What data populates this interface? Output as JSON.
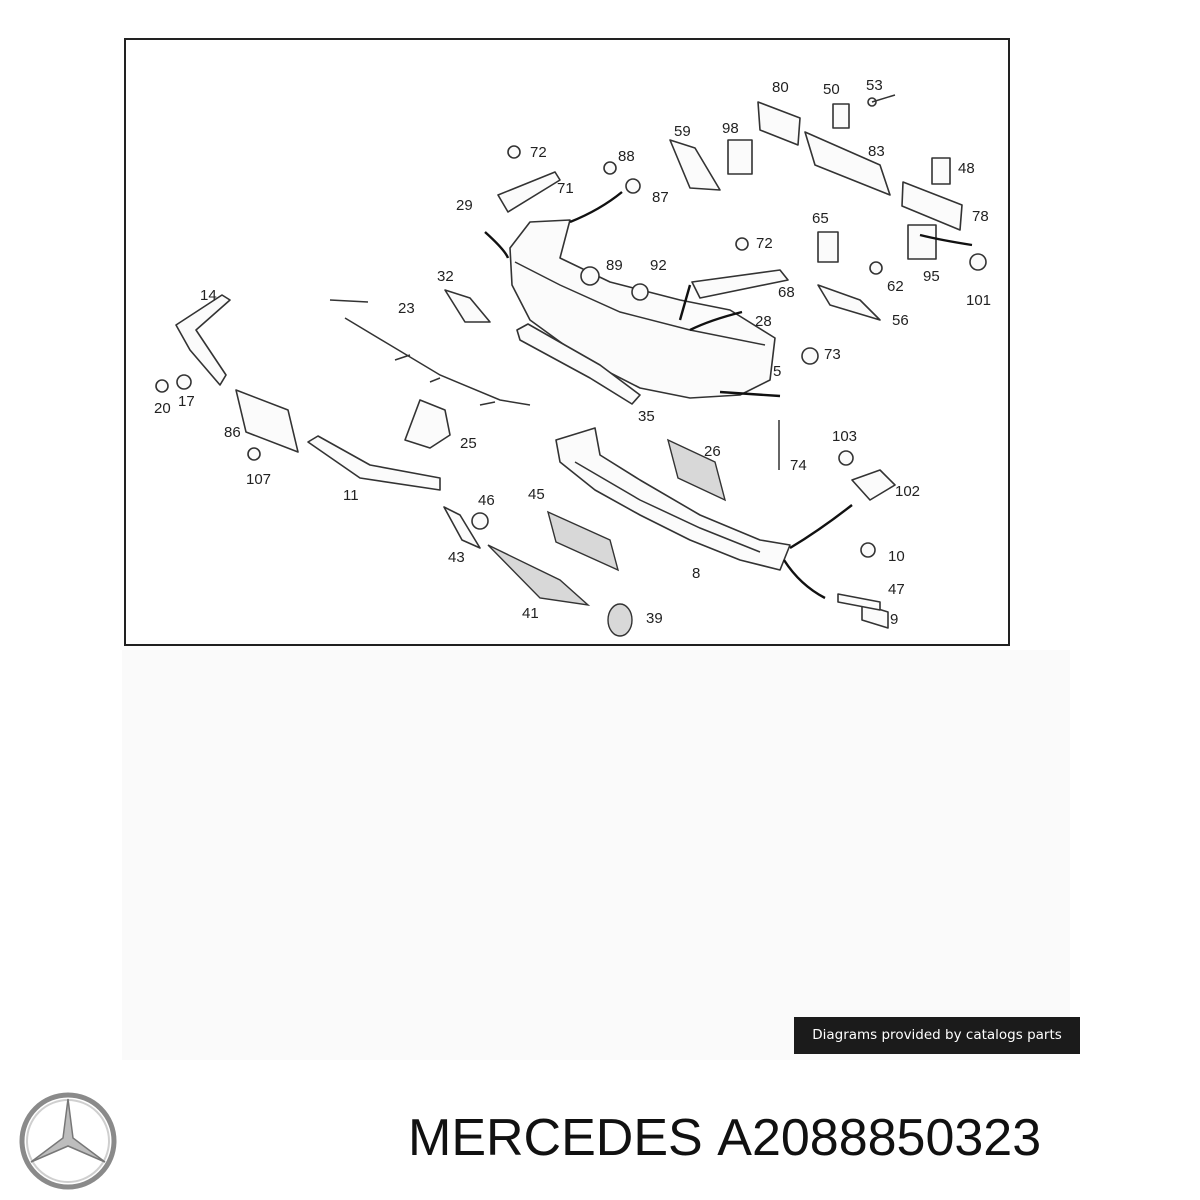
{
  "diagram": {
    "part_numbers": [
      "80",
      "50",
      "53",
      "59",
      "98",
      "83",
      "48",
      "72",
      "88",
      "71",
      "87",
      "29",
      "78",
      "65",
      "72",
      "89",
      "92",
      "95",
      "101",
      "62",
      "68",
      "32",
      "14",
      "23",
      "28",
      "56",
      "73",
      "5",
      "35",
      "20",
      "17",
      "86",
      "25",
      "26",
      "103",
      "74",
      "107",
      "11",
      "102",
      "46",
      "45",
      "43",
      "8",
      "10",
      "47",
      "41",
      "39",
      "9"
    ]
  },
  "credit": "Diagrams provided by catalogs parts",
  "brand": {
    "name": "MERCEDES",
    "part_number": "A2088850323",
    "logo_icon": "mercedes-star-icon"
  }
}
